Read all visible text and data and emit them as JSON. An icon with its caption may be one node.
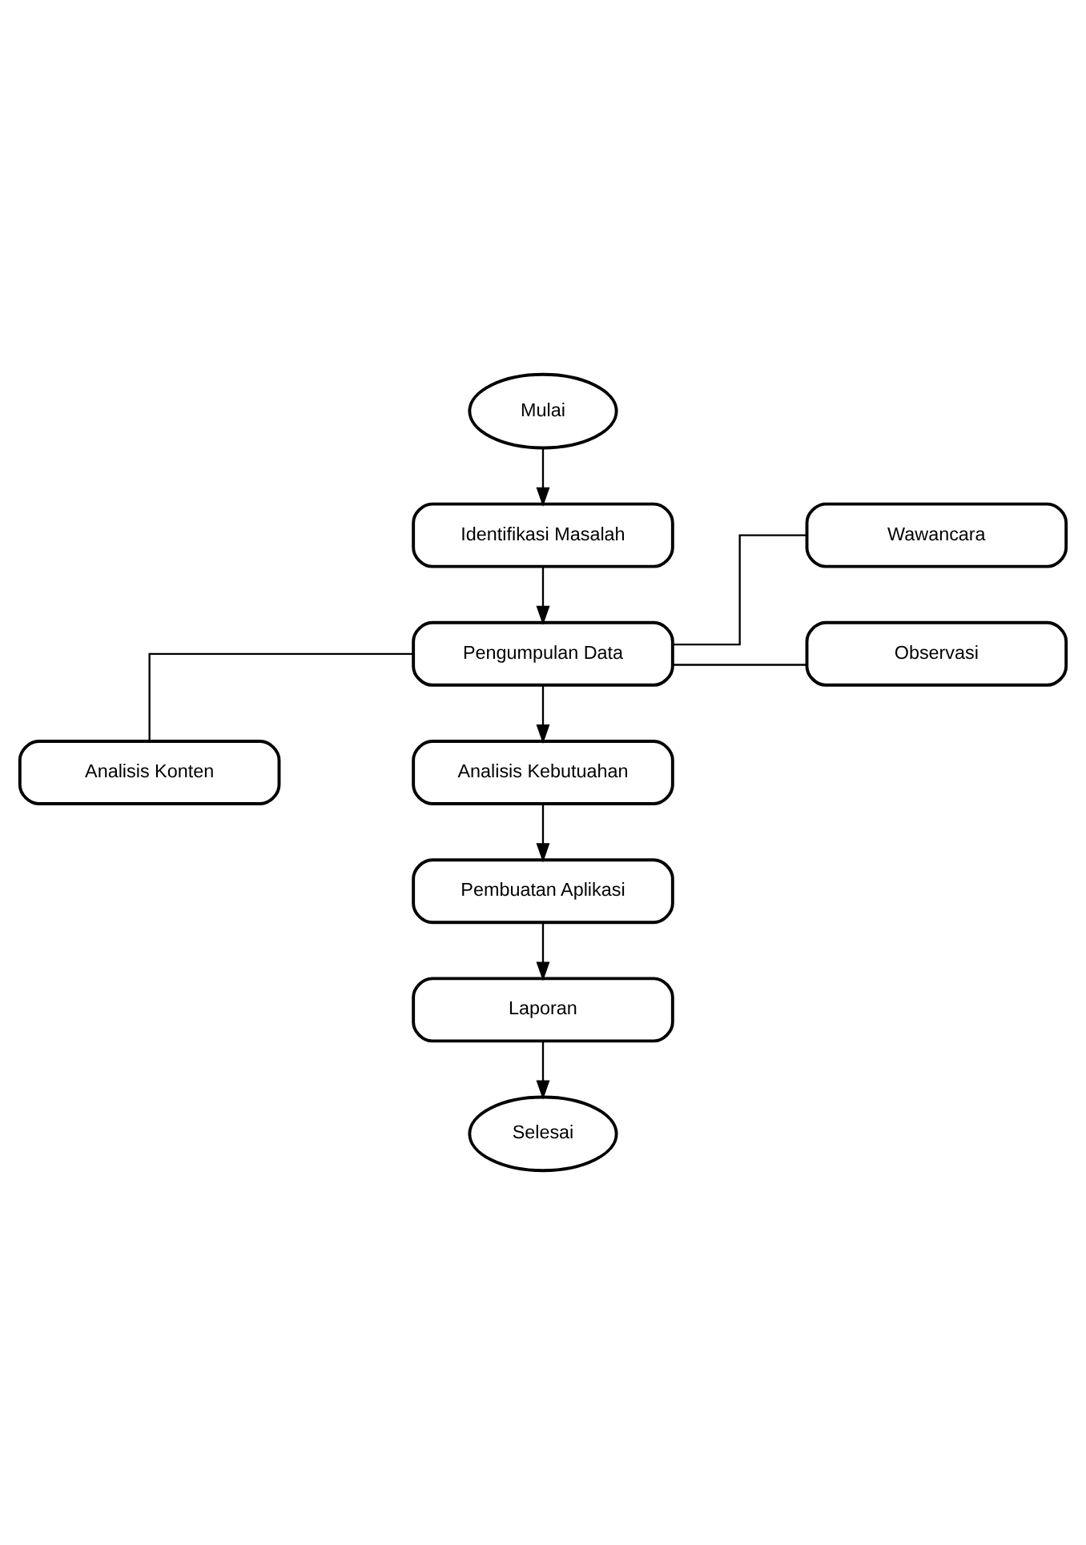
{
  "diagram": {
    "nodes": [
      {
        "text": [
          "Mulai"
        ]
      },
      {
        "text": [
          "Identifikasi Masalah"
        ]
      },
      {
        "text": [
          "Pengumpulan Data"
        ]
      },
      {
        "text": [
          "Wawancara"
        ]
      },
      {
        "text": [
          "Observasi"
        ]
      },
      {
        "text": [
          "Analisis Konten"
        ]
      },
      {
        "text": [
          "Analisis Kebutuahan"
        ]
      },
      {
        "text": [
          "Pembuatan Aplikasi"
        ]
      },
      {
        "text": [
          "Laporan"
        ]
      },
      {
        "text": [
          "Selesai"
        ]
      }
    ],
    "edges": [
      {
        "from": 0,
        "to": 1,
        "arrow": "to"
      },
      {
        "from": 1,
        "to": 2,
        "arrow": "to"
      },
      {
        "from": 2,
        "to": 3,
        "arrow": "none"
      },
      {
        "from": 2,
        "to": 4,
        "arrow": "none"
      },
      {
        "from": 2,
        "to": 5,
        "arrow": "none"
      },
      {
        "from": 2,
        "to": 6,
        "arrow": "to"
      },
      {
        "from": 6,
        "to": 7,
        "arrow": "to"
      },
      {
        "from": 7,
        "to": 8,
        "arrow": "to"
      },
      {
        "from": 8,
        "to": 9,
        "arrow": "to"
      }
    ]
  }
}
